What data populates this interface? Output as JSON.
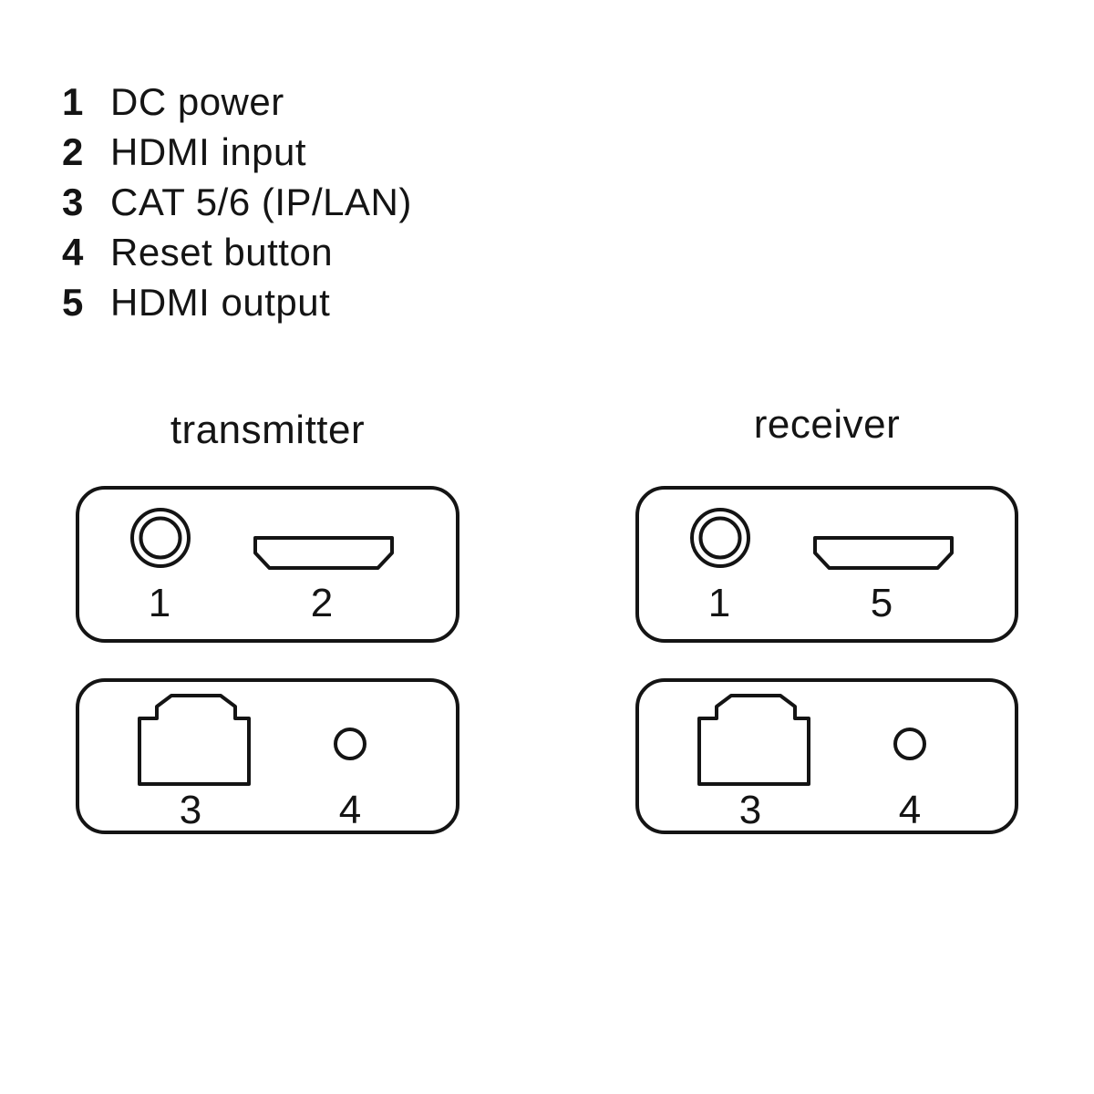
{
  "page": {
    "background_color": "#ffffff",
    "line_color": "#141414"
  },
  "legend": {
    "items": [
      {
        "number": "1",
        "label": "DC power"
      },
      {
        "number": "2",
        "label": "HDMI input"
      },
      {
        "number": "3",
        "label": "CAT 5/6 (IP/LAN)"
      },
      {
        "number": "4",
        "label": "Reset button"
      },
      {
        "number": "5",
        "label": "HDMI output"
      }
    ]
  },
  "devices": {
    "transmitter": {
      "title": "transmitter",
      "top_panel": {
        "ports": [
          {
            "number": "1",
            "icon": "dc-power-jack-icon"
          },
          {
            "number": "2",
            "icon": "hdmi-port-icon"
          }
        ]
      },
      "bottom_panel": {
        "ports": [
          {
            "number": "3",
            "icon": "rj45-port-icon"
          },
          {
            "number": "4",
            "icon": "reset-button-icon"
          }
        ]
      }
    },
    "receiver": {
      "title": "receiver",
      "top_panel": {
        "ports": [
          {
            "number": "1",
            "icon": "dc-power-jack-icon"
          },
          {
            "number": "5",
            "icon": "hdmi-port-icon"
          }
        ]
      },
      "bottom_panel": {
        "ports": [
          {
            "number": "3",
            "icon": "rj45-port-icon"
          },
          {
            "number": "4",
            "icon": "reset-button-icon"
          }
        ]
      }
    }
  }
}
